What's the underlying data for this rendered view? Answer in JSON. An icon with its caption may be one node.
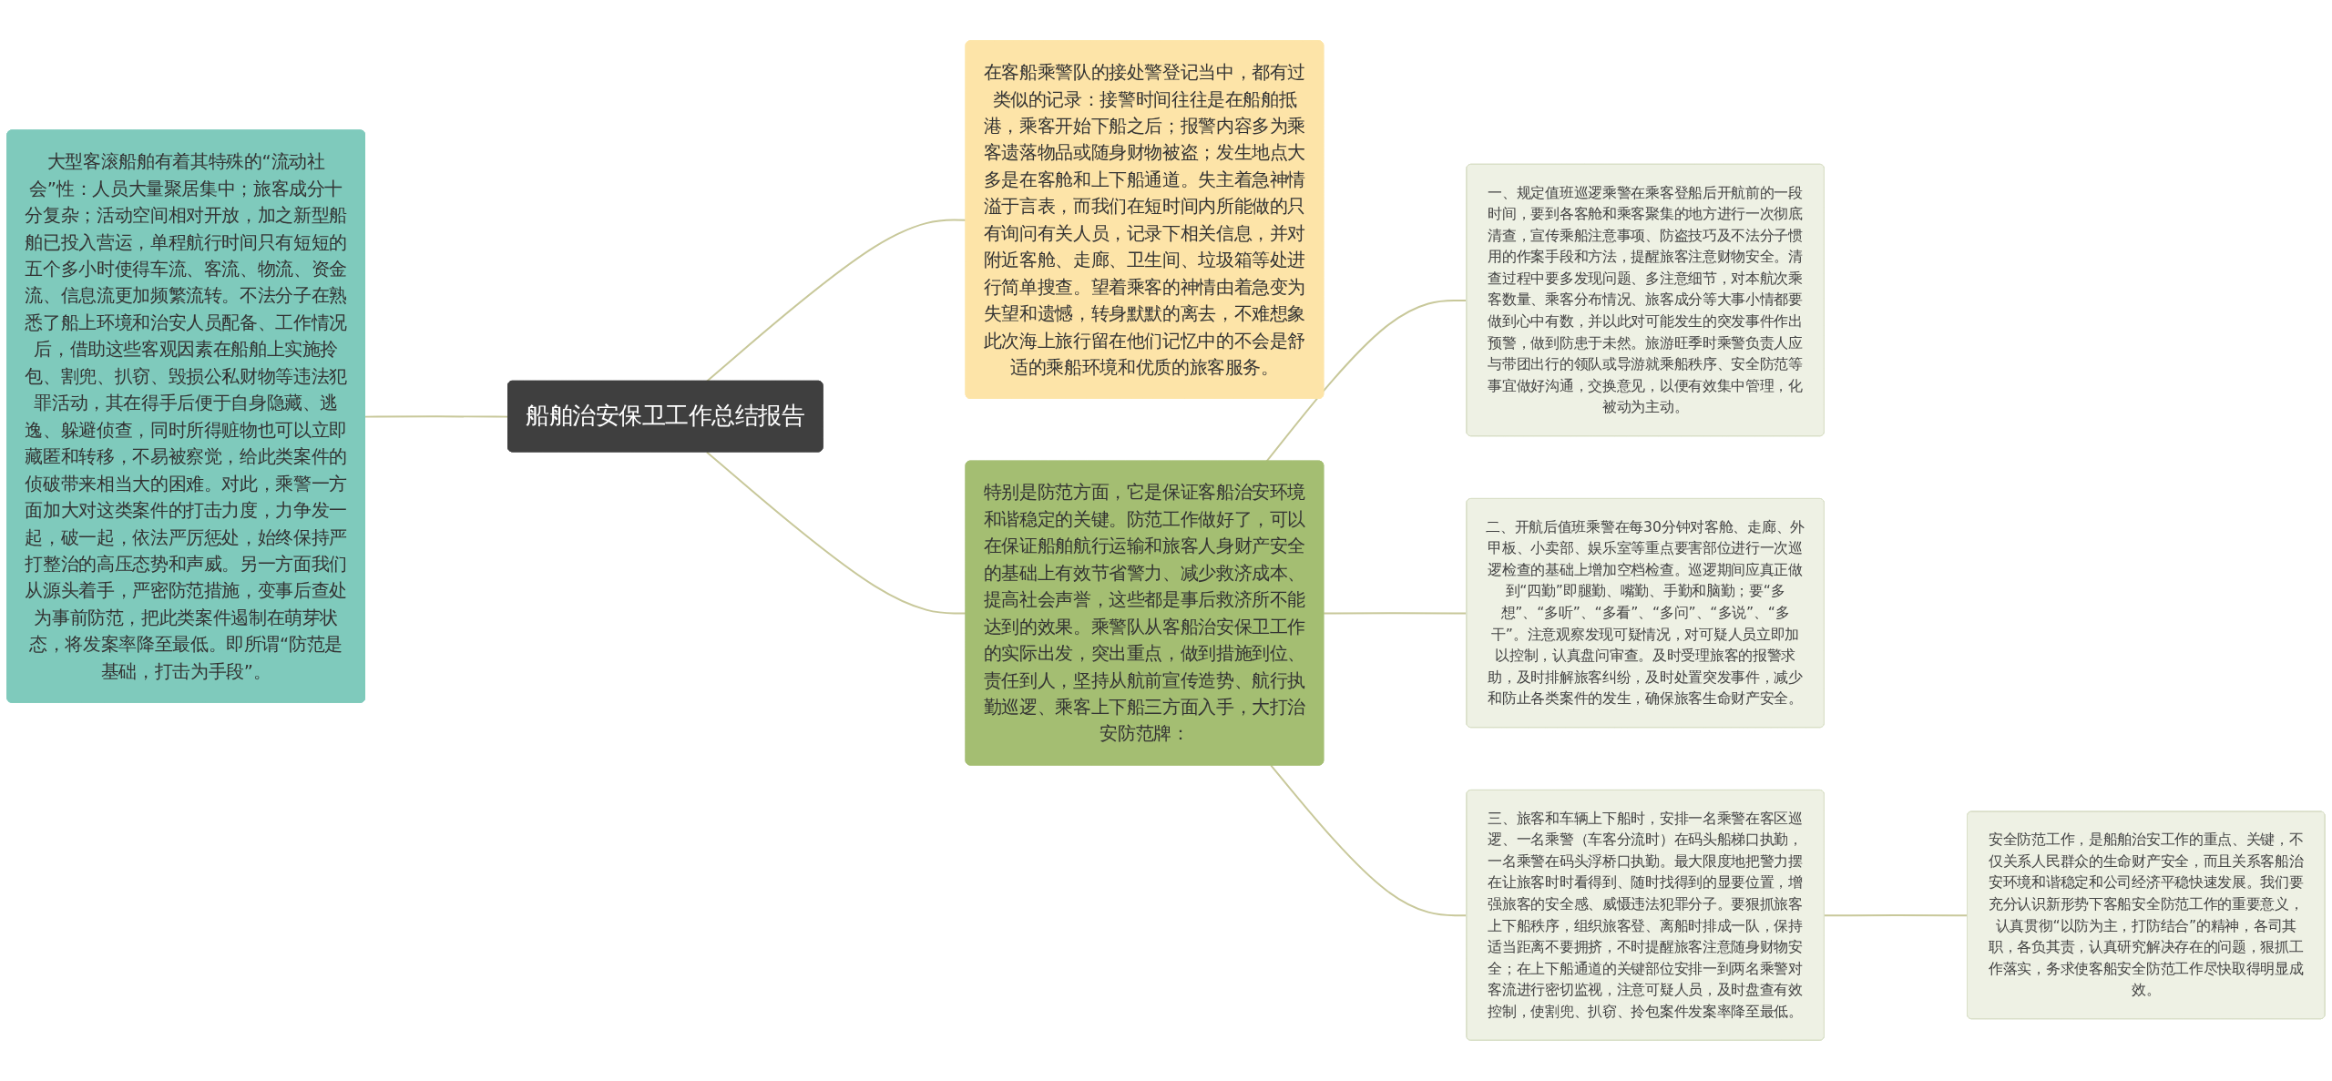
{
  "diagram": {
    "nodes": [
      {
        "text": [
          "船舶治安保卫工作总结报告"
        ]
      },
      {
        "text": [
          "大型客滚船舶有着其特殊的“流动社会”性：人员大量聚居集中；旅客成分十分复杂；活动空间相对开放，加之新型船舶已投入营运，单程航行时间只有短短的五个多小时使得车流、客流、物流、资金流、信息流更加频繁流转。不法分子在熟悉了船上环境和治安人员配备、工作情况后，借助这些客观因素在船舶上实施拎包、割兜、扒窃、毁损公私财物等违法犯罪活动，其在得手后便于自身隐藏、逃逸、躲避侦查，同时所得赃物也可以立即藏匿和转移，不易被察觉，给此类案件的侦破带来相当大的困难。对此，乘警一方面加大对这类案件的打击力度，力争发一起，破一起，依法严厉惩处，始终保持严打整治的高压态势和声威。另一方面我们从源头着手，严密防范措施，变事后查处为事前防范，把此类案件遏制在萌芽状态，将发案率降至最低。即所谓“防范是基础，打击为手段”。"
        ]
      },
      {
        "text": [
          "在客船乘警队的接处警登记当中，都有过类似的记录：接警时间往往是在船舶抵港，乘客开始下船之后；报警内容多为乘客遗落物品或随身财物被盗；发生地点大多是在客舱和上下船通道。失主着急神情溢于言表，而我们在短时间内所能做的只有询问有关人员，记录下相关信息，并对附近客舱、走廊、卫生间、垃圾箱等处进行简单搜查。望着乘客的神情由着急变为失望和遗憾，转身默默的离去，不难想象此次海上旅行留在他们记忆中的不会是舒适的乘船环境和优质的旅客服务。"
        ]
      },
      {
        "text": [
          "特别是防范方面，它是保证客船治安环境和谐稳定的关键。防范工作做好了，可以在保证船舶航行运输和旅客人身财产安全的基础上有效节省警力、减少救济成本、提高社会声誉，这些都是事后救济所不能达到的效果。乘警队从客船治安保卫工作的实际出发，突出重点，做到措施到位、责任到人，坚持从航前宣传造势、航行执勤巡逻、乘客上下船三方面入手，大打治安防范牌："
        ]
      },
      {
        "text": [
          "一、规定值班巡逻乘警在乘客登船后开航前的一段时间，要到各客舱和乘客聚集的地方进行一次彻底清查，宣传乘船注意事项、防盗技巧及不法分子惯用的作案手段和方法，提醒旅客注意财物安全。清查过程中要多发现问题、多注意细节，对本航次乘客数量、乘客分布情况、旅客成分等大事小情都要做到心中有数，并以此对可能发生的突发事件作出预警，做到防患于未然。旅游旺季时乘警负责人应与带团出行的领队或导游就乘船秩序、安全防范等事宜做好沟通，交换意见，以便有效集中管理，化被动为主动。"
        ]
      },
      {
        "text": [
          "二、开航后值班乘警在每30分钟对客舱、走廊、外甲板、小卖部、娱乐室等重点要害部位进行一次巡逻检查的基础上增加空档检查。巡逻期间应真正做到“四勤”即腿勤、嘴勤、手勤和脑勤；要“多想”、“多听”、“多看”、“多问”、“多说”、“多干”。注意观察发现可疑情况，对可疑人员立即加以控制，认真盘问审查。及时受理旅客的报警求助，及时排解旅客纠纷，及时处置突发事件，减少和防止各类案件的发生，确保旅客生命财产安全。"
        ]
      },
      {
        "text": [
          "三、旅客和车辆上下船时，安排一名乘警在客区巡逻、一名乘警（车客分流时）在码头船梯口执勤，一名乘警在码头浮桥口执勤。最大限度地把警力摆在让旅客时时看得到、随时找得到的显要位置，增强旅客的安全感、威慑违法犯罪分子。要狠抓旅客上下船秩序，组织旅客登、离船时排成一队，保持适当距离不要拥挤，不时提醒旅客注意随身财物安全；在上下船通道的关键部位安排一到两名乘警对客流进行密切监视，注意可疑人员，及时盘查有效控制，使割兜、扒窃、拎包案件发案率降至最低。"
        ]
      },
      {
        "text": [
          "安全防范工作，是船舶治安工作的重点、关键，不仅关系人民群众的生命财产安全，而且关系客船治安环境和谐稳定和公司经济平稳快速发展。我们要充分认识新形势下客船安全防范工作的重要意义，认真贯彻“以防为主，打防结合”的精神，各司其职，各负其责，认真研究解决存在的问题，狠抓工作落实，务求使客船安全防范工作尽快取得明显成效。"
        ]
      }
    ],
    "edges": [
      {
        "from": 1,
        "to": 0,
        "arrow": "none"
      },
      {
        "from": 0,
        "to": 2,
        "arrow": "none"
      },
      {
        "from": 0,
        "to": 3,
        "arrow": "none"
      },
      {
        "from": 3,
        "to": 4,
        "arrow": "none"
      },
      {
        "from": 3,
        "to": 5,
        "arrow": "none"
      },
      {
        "from": 3,
        "to": 6,
        "arrow": "none"
      },
      {
        "from": 6,
        "to": 7,
        "arrow": "none"
      }
    ]
  }
}
